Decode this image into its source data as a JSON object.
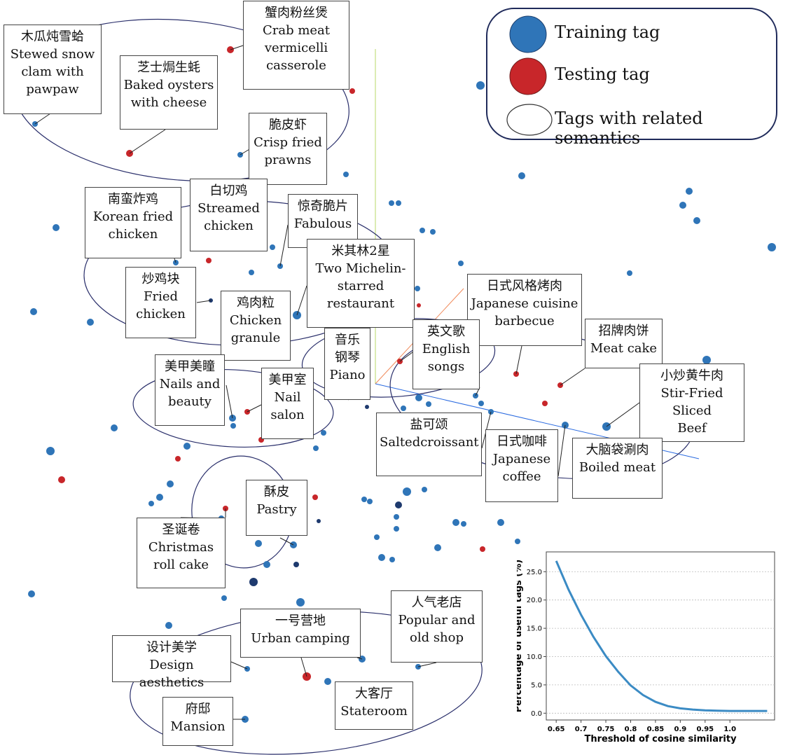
{
  "legend": {
    "training": "Training tag",
    "testing": "Testing tag",
    "related": "Tags with related semantics"
  },
  "colors": {
    "training": "#2f75b8",
    "testing": "#c8262a",
    "dark": "#1e3a6e",
    "ellipse": "#2a2f6b",
    "inset_line": "#3b8bc4"
  },
  "tags": [
    {
      "zh": "木瓜炖雪蛤",
      "en": [
        "Stewed snow",
        "clam with",
        "pawpaw"
      ]
    },
    {
      "zh": "蟹肉粉丝煲",
      "en": [
        "Crab meat",
        "vermicelli",
        "casserole"
      ]
    },
    {
      "zh": "芝士焗生蚝",
      "en": [
        "Baked oysters",
        "with cheese"
      ]
    },
    {
      "zh": "脆皮虾",
      "en": [
        "Crisp fried",
        "prawns"
      ]
    },
    {
      "zh": "南蛮炸鸡",
      "en": [
        "Korean fried",
        "chicken"
      ]
    },
    {
      "zh": "白切鸡",
      "en": [
        "Streamed",
        "chicken"
      ]
    },
    {
      "zh": "惊奇脆片",
      "en": [
        "Fabulous"
      ]
    },
    {
      "zh": "米其林2星",
      "en": [
        "Two Michelin-",
        "starred",
        "restaurant"
      ]
    },
    {
      "zh": "炒鸡块",
      "en": [
        "Fried",
        "chicken"
      ]
    },
    {
      "zh": "鸡肉粒",
      "en": [
        "Chicken",
        "granule"
      ]
    },
    {
      "zh": "日式风格烤肉",
      "en": [
        "Japanese cuisine",
        "barbecue"
      ]
    },
    {
      "zh": "音乐",
      "en": [
        "钢琴",
        "Piano"
      ]
    },
    {
      "zh": "英文歌",
      "en": [
        "English",
        "songs"
      ]
    },
    {
      "zh": "招牌肉饼",
      "en": [
        "Meat cake"
      ]
    },
    {
      "zh": "美甲美瞳",
      "en": [
        "Nails and",
        "beauty"
      ]
    },
    {
      "zh": "美甲室",
      "en": [
        "Nail",
        "salon"
      ]
    },
    {
      "zh": "小炒黄牛肉",
      "en": [
        "Stir-Fried Sliced",
        "Beef"
      ]
    },
    {
      "zh": "盐可颂",
      "en": [
        "Saltedcroissant"
      ]
    },
    {
      "zh": "日式咖啡",
      "en": [
        "Japanese",
        "coffee"
      ]
    },
    {
      "zh": "大脑袋涮肉",
      "en": [
        "Boiled meat"
      ]
    },
    {
      "zh": "酥皮",
      "en": [
        "Pastry"
      ]
    },
    {
      "zh": "圣诞卷",
      "en": [
        "Christmas",
        "roll cake"
      ]
    },
    {
      "zh": "人气老店",
      "en": [
        "Popular and",
        "old shop"
      ]
    },
    {
      "zh": "一号营地",
      "en": [
        "Urban camping"
      ]
    },
    {
      "zh": "设计美学",
      "en": [
        "Design aesthetics"
      ]
    },
    {
      "zh": "大客厅",
      "en": [
        "Stateroom"
      ]
    },
    {
      "zh": "府邸",
      "en": [
        "Mansion"
      ]
    }
  ],
  "chart_data": {
    "type": "line",
    "xlabel": "Threshold of cosine similarity",
    "ylabel": "Percentage of useful tags (%)",
    "x_ticks": [
      "0.65",
      "0.7",
      "0.75",
      "0.8",
      "0.85",
      "0.9",
      "0.95",
      "1.0"
    ],
    "y_ticks": [
      "0.0",
      "5.0",
      "10.0",
      "15.0",
      "20.0",
      "25.0"
    ],
    "xlim": [
      0.63,
      1.09
    ],
    "ylim": [
      -1.2,
      28.5
    ],
    "grid": true,
    "series": [
      {
        "x": [
          0.65,
          0.675,
          0.7,
          0.725,
          0.75,
          0.775,
          0.8,
          0.825,
          0.85,
          0.875,
          0.9,
          0.925,
          0.95,
          0.975,
          1.0,
          1.025,
          1.05,
          1.075
        ],
        "y": [
          26.9,
          21.8,
          17.4,
          13.5,
          10.1,
          7.3,
          4.9,
          3.2,
          2.0,
          1.25,
          0.85,
          0.65,
          0.5,
          0.45,
          0.4,
          0.4,
          0.4,
          0.4
        ]
      }
    ]
  }
}
